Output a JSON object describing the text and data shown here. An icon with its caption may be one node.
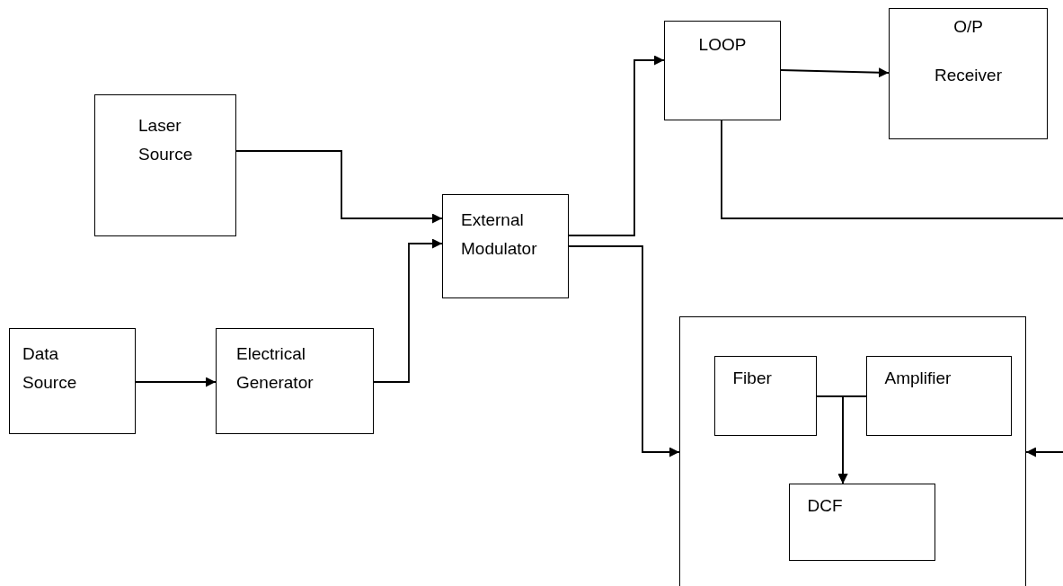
{
  "diagram": {
    "nodes": [
      {
        "text": [
          "Laser Source"
        ]
      },
      {
        "text": [
          "Data Source"
        ]
      },
      {
        "text": [
          "Electrical Generator"
        ]
      },
      {
        "text": [
          "External Modulator"
        ]
      },
      {
        "text": [
          "LOOP"
        ]
      },
      {
        "text": [
          "O/P",
          "Receiver"
        ]
      },
      {
        "text": [],
        "shape": "box"
      },
      {
        "text": [
          "Fiber"
        ],
        "in": 6
      },
      {
        "text": [
          "Amplifier"
        ],
        "in": 6
      },
      {
        "text": [
          "DCF"
        ],
        "in": 6
      }
    ],
    "edges": [
      {
        "from": 0,
        "to": 3,
        "arrow": "to"
      },
      {
        "from": 1,
        "to": 2,
        "arrow": "to"
      },
      {
        "from": 2,
        "to": 3,
        "arrow": "to"
      },
      {
        "from": 3,
        "to": 4,
        "arrow": "to"
      },
      {
        "from": 4,
        "to": 5,
        "arrow": "to"
      },
      {
        "from": 3,
        "to": 6,
        "arrow": "to"
      },
      {
        "from": 4,
        "to": null,
        "arrow": "none"
      },
      {
        "from": null,
        "to": 6,
        "arrow": "to"
      },
      {
        "from": 7,
        "to": 9,
        "arrow": "to"
      },
      {
        "from": 8,
        "to": 9,
        "arrow": "to"
      }
    ]
  }
}
